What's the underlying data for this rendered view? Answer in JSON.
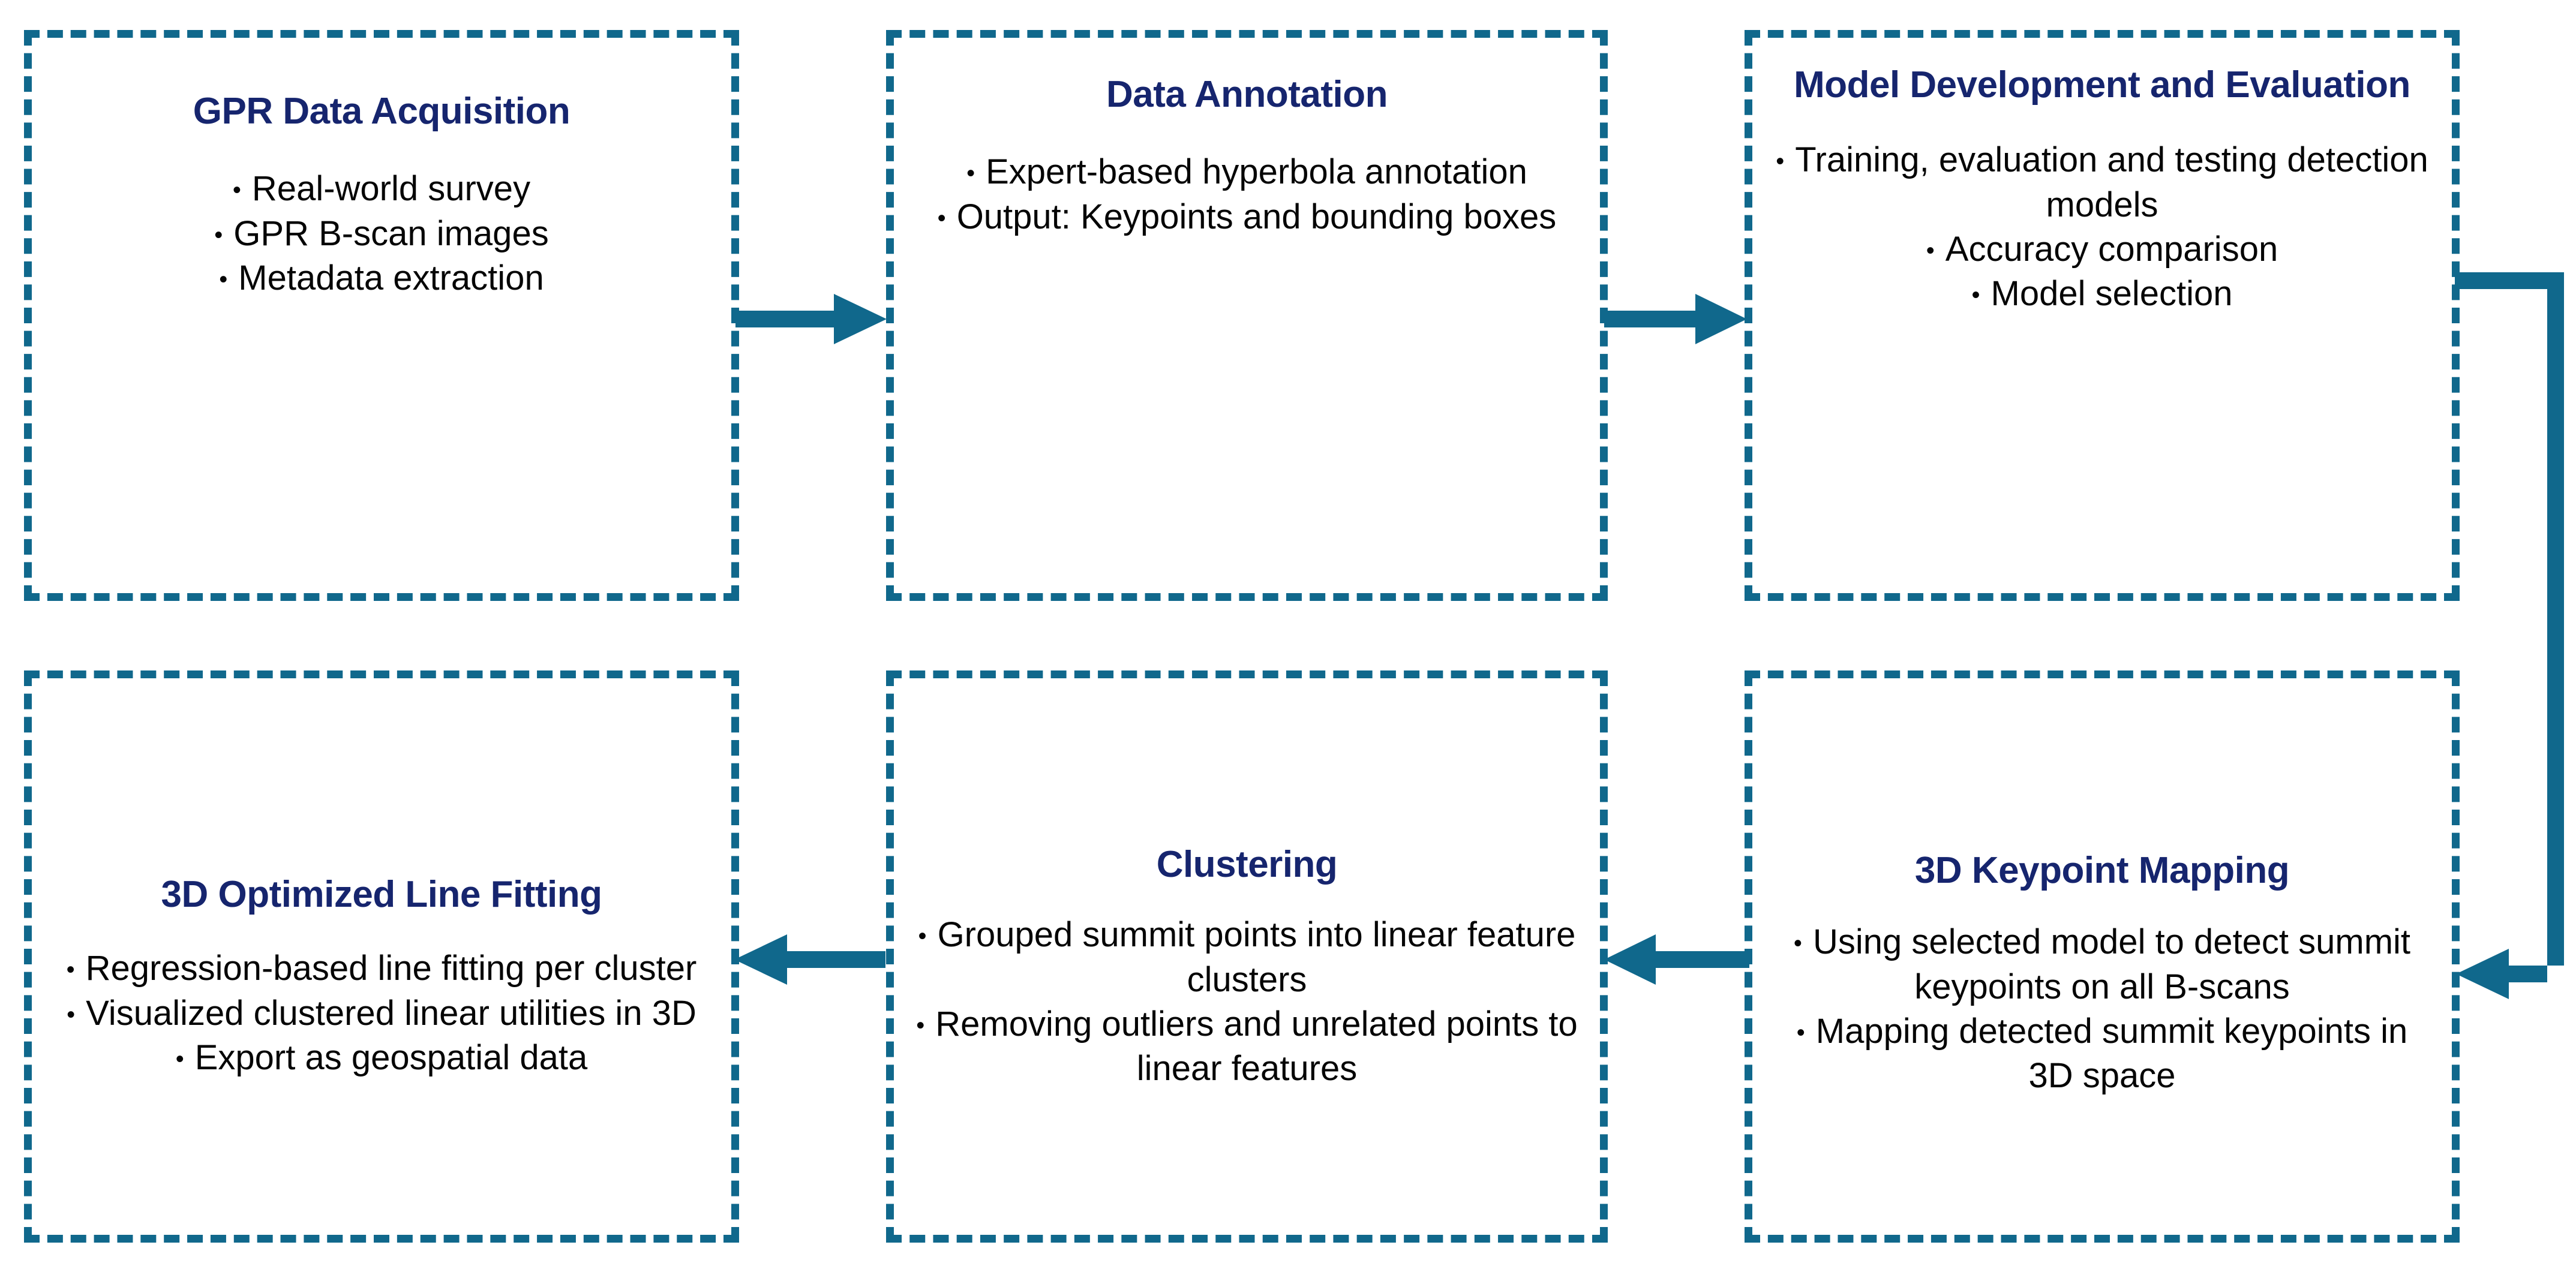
{
  "theme": {
    "border_color": "#10688C",
    "arrow_color": "#10688C",
    "title_color": "#16256E",
    "body_text_color": "#050505",
    "background": "#ffffff"
  },
  "diagram": {
    "type": "flowchart",
    "layout": "2 rows x 3 columns, serpentine (left-to-right on top row, right-to-left on bottom row)",
    "boxes": [
      {
        "id": "gpr-data-acquisition",
        "title": "GPR Data Acquisition",
        "bullets": [
          "Real-world survey",
          "GPR B-scan images",
          "Metadata extraction"
        ]
      },
      {
        "id": "data-annotation",
        "title": "Data Annotation",
        "bullets": [
          "Expert-based hyperbola annotation",
          "Output: Keypoints and bounding boxes"
        ]
      },
      {
        "id": "model-development-and-evaluation",
        "title": "Model Development and Evaluation",
        "bullets": [
          "Training, evaluation and testing detection models",
          "Accuracy comparison",
          "Model selection"
        ]
      },
      {
        "id": "3d-optimized-line-fitting",
        "title": "3D Optimized Line Fitting",
        "bullets": [
          "Regression-based line fitting per cluster",
          "Visualized clustered linear utilities in 3D",
          "Export as geospatial data"
        ]
      },
      {
        "id": "clustering",
        "title": "Clustering",
        "bullets": [
          "Grouped summit points into linear feature clusters",
          "Removing outliers and unrelated points to linear features"
        ]
      },
      {
        "id": "3d-keypoint-mapping",
        "title": "3D Keypoint Mapping",
        "bullets": [
          "Using selected model to detect summit keypoints on all B-scans",
          "Mapping detected summit keypoints in 3D space"
        ]
      }
    ],
    "connectors": [
      {
        "id": "arrow-acquisition-to-annotation",
        "from": "gpr-data-acquisition",
        "to": "data-annotation",
        "direction": "right"
      },
      {
        "id": "arrow-annotation-to-model",
        "from": "data-annotation",
        "to": "model-development-and-evaluation",
        "direction": "right"
      },
      {
        "id": "arrow-model-to-keypoint-mapping",
        "from": "model-development-and-evaluation",
        "to": "3d-keypoint-mapping",
        "direction": "right-down-left"
      },
      {
        "id": "arrow-keypoint-mapping-to-clustering",
        "from": "3d-keypoint-mapping",
        "to": "clustering",
        "direction": "left"
      },
      {
        "id": "arrow-clustering-to-line-fitting",
        "from": "clustering",
        "to": "3d-optimized-line-fitting",
        "direction": "left"
      }
    ]
  },
  "glyphs": {
    "bullet": "•"
  }
}
